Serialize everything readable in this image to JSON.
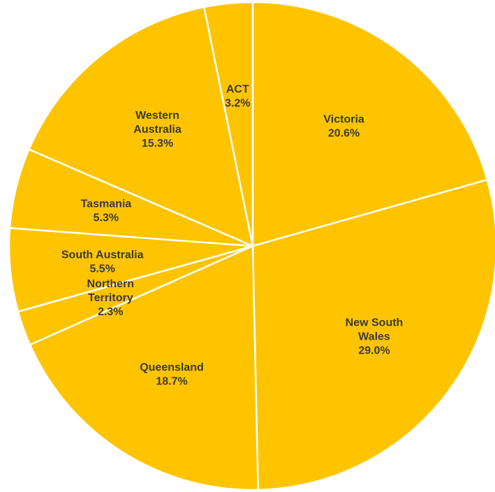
{
  "chart_data": {
    "type": "pie",
    "colors": {
      "slice": "#FFC400",
      "edge": "#FFFFFF",
      "label": "#3A3A3A"
    },
    "slices": [
      {
        "name": "Victoria",
        "label_lines": [
          "Victoria",
          "20.6%"
        ],
        "value": 20.6
      },
      {
        "name": "New South Wales",
        "label_lines": [
          "New South",
          "Wales",
          "29.0%"
        ],
        "value": 29.0
      },
      {
        "name": "Queensland",
        "label_lines": [
          "Queensland",
          "18.7%"
        ],
        "value": 18.7
      },
      {
        "name": "Northern Territory",
        "label_lines": [
          "Northern",
          "Territory",
          "2.3%"
        ],
        "value": 2.3
      },
      {
        "name": "South Australia",
        "label_lines": [
          "South Australia",
          "5.5%"
        ],
        "value": 5.5
      },
      {
        "name": "Tasmania",
        "label_lines": [
          "Tasmania",
          "5.3%"
        ],
        "value": 5.3
      },
      {
        "name": "Western Australia",
        "label_lines": [
          "Western",
          "Australia",
          "15.3%"
        ],
        "value": 15.3
      },
      {
        "name": "ACT",
        "label_lines": [
          "ACT",
          "3.2%"
        ],
        "value": 3.2
      }
    ]
  }
}
